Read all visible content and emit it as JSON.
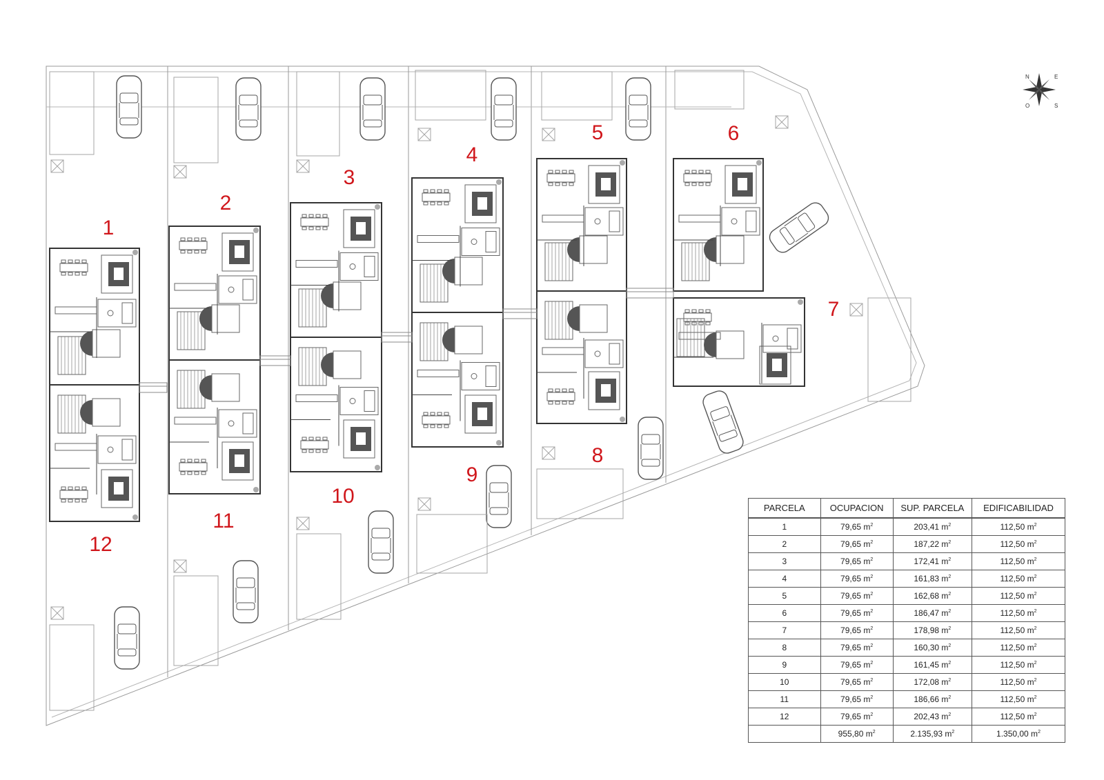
{
  "parcel_labels": [
    "1",
    "2",
    "3",
    "4",
    "5",
    "6",
    "7",
    "8",
    "9",
    "10",
    "11",
    "12"
  ],
  "compass": {
    "n": "N",
    "e": "E",
    "s": "S",
    "o": "O"
  },
  "table": {
    "headers": [
      "PARCELA",
      "OCUPACION",
      "SUP. PARCELA",
      "EDIFICABILIDAD"
    ],
    "rows": [
      [
        "1",
        "79,65 m",
        "203,41 m",
        "112,50 m"
      ],
      [
        "2",
        "79,65 m",
        "187,22 m",
        "112,50 m"
      ],
      [
        "3",
        "79,65 m",
        "172,41 m",
        "112,50 m"
      ],
      [
        "4",
        "79,65 m",
        "161,83 m",
        "112,50 m"
      ],
      [
        "5",
        "79,65 m",
        "162,68 m",
        "112,50 m"
      ],
      [
        "6",
        "79,65 m",
        "186,47 m",
        "112,50 m"
      ],
      [
        "7",
        "79,65 m",
        "178,98 m",
        "112,50 m"
      ],
      [
        "8",
        "79,65 m",
        "160,30 m",
        "112,50 m"
      ],
      [
        "9",
        "79,65 m",
        "161,45 m",
        "112,50 m"
      ],
      [
        "10",
        "79,65 m",
        "172,08 m",
        "112,50 m"
      ],
      [
        "11",
        "79,65 m",
        "186,66 m",
        "112,50 m"
      ],
      [
        "12",
        "79,65 m",
        "202,43 m",
        "112,50 m"
      ]
    ],
    "totals": [
      "",
      "955,80 m",
      "2.135,93 m",
      "1.350,00 m"
    ],
    "unit_superscript": "2"
  },
  "colors": {
    "label_red": "#d0161b",
    "line": "#8a8a8a",
    "furniture": "#666666",
    "fill_dark": "#555555"
  }
}
